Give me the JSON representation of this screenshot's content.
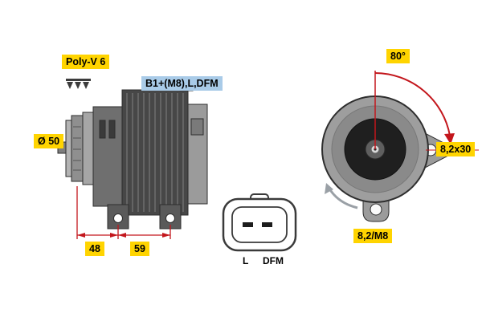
{
  "labels": {
    "poly_v": "Poly-V 6",
    "terminals": "B1+(M8),L,DFM",
    "diameter": "Ø 50",
    "dim_48": "48",
    "dim_59": "59",
    "angle": "80°",
    "slot": "8,2x30",
    "mount": "8,2/M8",
    "pin_l": "L",
    "pin_dfm": "DFM"
  },
  "colors": {
    "highlight_yellow": "#ffd400",
    "highlight_blue": "#a9cbe8",
    "dimension_red": "#c3161c",
    "drawing_dark": "#474747",
    "drawing_mid": "#9b9b9b",
    "background": "#ffffff"
  }
}
